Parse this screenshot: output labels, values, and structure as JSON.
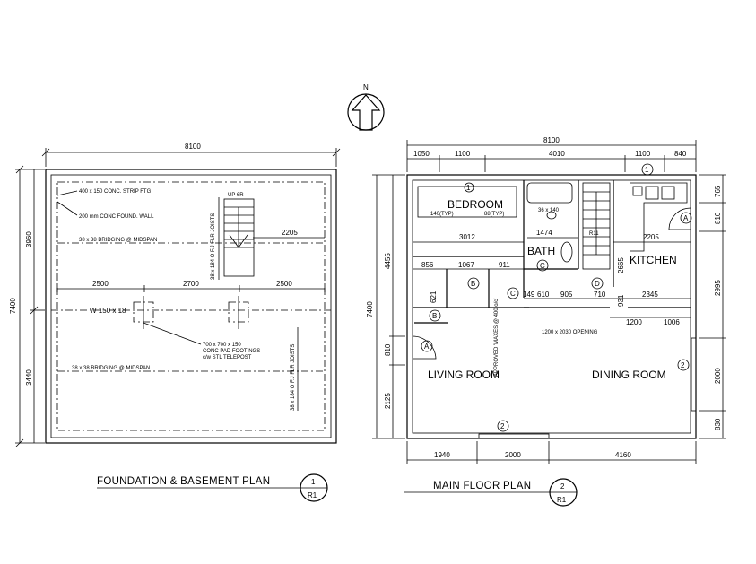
{
  "north_label": "N",
  "foundation_plan": {
    "title": "FOUNDATION & BASEMENT PLAN",
    "detail_number": "1",
    "sheet_ref": "R1",
    "dims": {
      "top_width": "8100",
      "left_total": "7400",
      "left_upper": "3960",
      "left_lower": "3440",
      "span_left": "2500",
      "span_mid": "2700",
      "span_right": "2500",
      "right_offset": "2205"
    },
    "notes": {
      "strip_ftg": "400 x 150 CONC. STRIP FTG",
      "found_wall": "200 mm CONC FOUND. WALL",
      "stair": "UP 6R",
      "bridging_upper": "38 x 38 BRIDGING @ MIDSPAN",
      "bridging_lower": "38 x 38 BRIDGING @ MIDSPAN",
      "beam": "W 150 x 18",
      "pad_1": "700 x 700 x 150",
      "pad_2": "CONC PAD FOOTINGS",
      "pad_3": "c/w STL TELEPOST",
      "joists_upper": "38 x 184 O F.J FLR JOISTS",
      "joists_lower": "38 x 184 O F.J FLR JOISTS"
    }
  },
  "main_floor_plan": {
    "title": "MAIN FLOOR PLAN",
    "detail_number": "2",
    "sheet_ref": "R1",
    "rooms": {
      "bedroom": "BEDROOM",
      "bath": "BATH",
      "kitchen": "KITCHEN",
      "living": "LIVING ROOM",
      "dining": "DINING ROOM"
    },
    "dims": {
      "top_total": "8100",
      "top_1": "1050",
      "top_2": "1100",
      "top_3": "4010",
      "top_4": "1100",
      "top_5": "840",
      "left_total": "7400",
      "left_1": "4455",
      "left_2": "810",
      "left_3": "2125",
      "right_1": "765",
      "right_2": "810",
      "right_3": "2995",
      "right_4": "2000",
      "right_5": "830",
      "bottom_1": "1940",
      "bottom_2": "2000",
      "bottom_3": "4160",
      "bed_width": "3012",
      "closet_left": "140(TYP)",
      "closet_right": "88(TYP)",
      "bath_width": "1474",
      "kitchen_width": "2205",
      "win_size": "36 x 140",
      "hall_1": "856",
      "hall_2": "1067",
      "hall_3": "911",
      "bath_lower_1": "149",
      "bath_lower_2": "610",
      "bath_lower_3": "905",
      "bath_lower_4": "710",
      "kitchen_lower": "2345",
      "kitchen_h": "2665",
      "kitchen_h2": "931",
      "vert_small": "621",
      "opening_1": "1200",
      "opening_2": "1006",
      "r11": "R11"
    },
    "notes": {
      "opening": "1200 x 2030 OPENING",
      "approved": "APPROVED 'MAXES @ 400 o/c'"
    },
    "tags": {
      "one": "1",
      "two": "2",
      "A": "A",
      "B": "B",
      "C": "C",
      "D": "D"
    }
  }
}
